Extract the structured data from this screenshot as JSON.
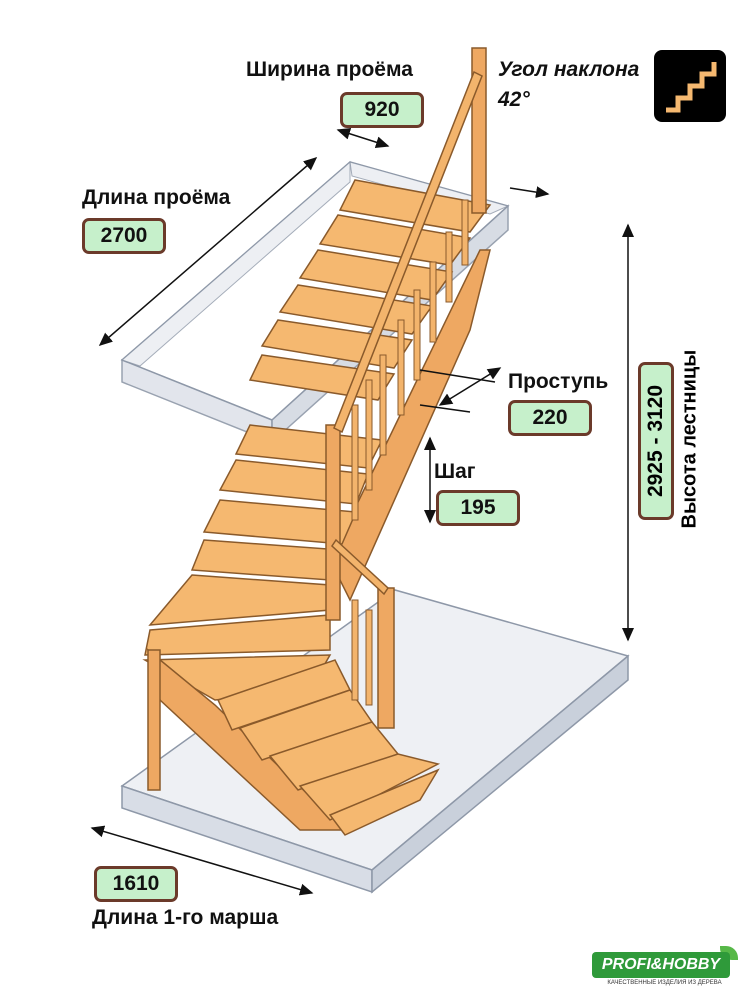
{
  "labels": {
    "opening_width": "Ширина проёма",
    "opening_length": "Длина проёма",
    "tilt_angle": "Угол наклона",
    "tread": "Проступь",
    "step": "Шаг",
    "stair_height": "Высота лестницы",
    "first_flight_length": "Длина 1-го марша"
  },
  "values": {
    "opening_width": "920",
    "opening_length": "2700",
    "tilt_angle": "42°",
    "tread": "220",
    "step": "195",
    "stair_height": "2925 - 3120",
    "first_flight_length": "1610"
  },
  "logo": {
    "name": "PROFI&HOBBY",
    "tagline": "КАЧЕСТВЕННЫЕ ИЗДЕЛИЯ ИЗ ДЕРЕВА"
  },
  "colors": {
    "wood": "#f5b870",
    "wood_dark": "#d98d3e",
    "wood_line": "#8a5a2b",
    "badge_fill": "#c6f0cb",
    "badge_border": "#6b3a2a",
    "glass": "#e4e8ef"
  },
  "icons": [
    "stairs-icon",
    "logo-leaf-icon"
  ]
}
